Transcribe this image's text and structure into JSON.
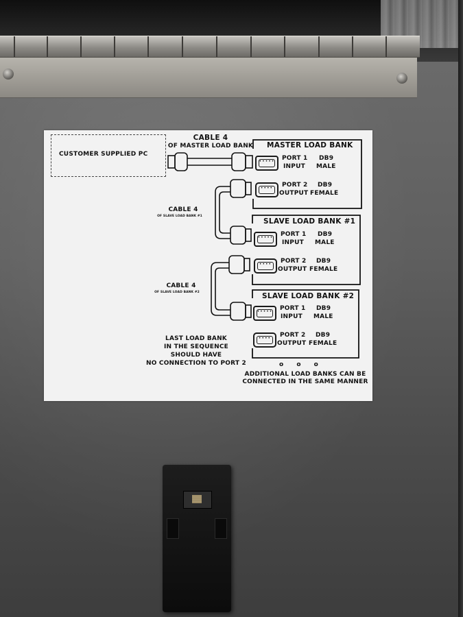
{
  "label": {
    "cable4_title": "CABLE 4",
    "cable4_sub": "OF MASTER LOAD BANK",
    "customer_pc": "CUSTOMER SUPPLIED PC",
    "master_title": "MASTER LOAD BANK",
    "slave1_title": "SLAVE LOAD BANK #1",
    "slave2_title": "SLAVE LOAD BANK #2",
    "port1": "PORT 1",
    "port2": "PORT 2",
    "input": "INPUT",
    "output": "OUTPUT",
    "db9": "DB9",
    "male": "MALE",
    "female": "FEMALE",
    "cable4_slave1_title": "CABLE 4",
    "cable4_slave1_sub": "OF SLAVE LOAD BANK #1",
    "cable4_slave2_title": "CABLE 4",
    "cable4_slave2_sub": "OF SLAVE LOAD BANK #2",
    "last_line1": "LAST LOAD BANK",
    "last_line2": "IN THE SEQUENCE",
    "last_line3": "SHOULD HAVE",
    "last_line4": "NO CONNECTION TO PORT 2",
    "additional_line1": "ADDITIONAL LOAD BANKS CAN BE",
    "additional_line2": "CONNECTED IN THE SAME MANNER",
    "continuation_dots": "o o o"
  }
}
